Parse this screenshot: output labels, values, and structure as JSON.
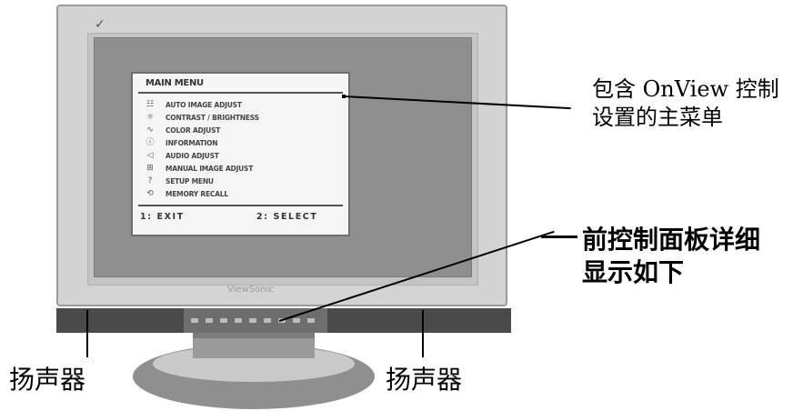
{
  "monitor": {
    "logo_mark": "✓",
    "brand_text": "ViewSonic"
  },
  "osd": {
    "title": "MAIN MENU",
    "items": [
      {
        "icon": "☷",
        "label": "AUTO IMAGE ADJUST"
      },
      {
        "icon": "☼",
        "label": "CONTRAST / BRIGHTNESS"
      },
      {
        "icon": "∿",
        "label": "COLOR ADJUST"
      },
      {
        "icon": "ⓘ",
        "label": "INFORMATION"
      },
      {
        "icon": "◁",
        "label": "AUDIO ADJUST"
      },
      {
        "icon": "⊞",
        "label": "MANUAL IMAGE ADJUST"
      },
      {
        "icon": "?",
        "label": "SETUP MENU"
      },
      {
        "icon": "⟲",
        "label": "MEMORY RECALL"
      }
    ],
    "exit_label": "1: EXIT",
    "select_label": "2: SELECT"
  },
  "callouts": {
    "osd_line1": "包含 OnView 控制",
    "osd_line2": "设置的主菜单",
    "panel_line1": "前控制面板详细",
    "panel_line2": "显示如下",
    "speaker_left": "扬声器",
    "speaker_right": "扬声器"
  }
}
